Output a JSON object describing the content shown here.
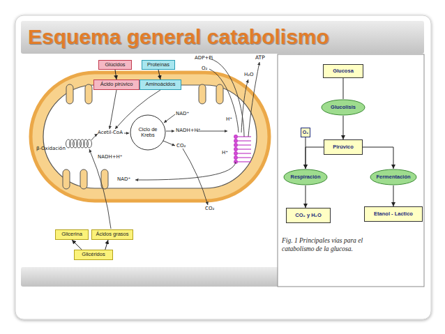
{
  "diagram": {
    "title": "Esquema general catabolismo",
    "caption": "Fig. 1 Principales vías para el catabolismo de la glucosa.",
    "nodes": [
      {
        "text": [
          "Glúcidos"
        ]
      },
      {
        "text": [
          "Proteínas"
        ]
      },
      {
        "text": [
          "Ácido pirúvico"
        ]
      },
      {
        "text": [
          "Aminoácidos"
        ]
      },
      {
        "text": [
          "Ciclo de Krebs"
        ]
      },
      {
        "text": [
          "Glicerina"
        ]
      },
      {
        "text": [
          "Ácidos grasos"
        ]
      },
      {
        "text": [
          "Glicéridos"
        ]
      },
      {
        "text": [
          "Glucosa"
        ]
      },
      {
        "text": [
          "Glucolisis"
        ]
      },
      {
        "text": [
          "O₂"
        ]
      },
      {
        "text": [
          "Pirúvico"
        ]
      },
      {
        "text": [
          "Respiración"
        ]
      },
      {
        "text": [
          "Fermentación"
        ]
      },
      {
        "text": [
          "CO₂ y H₂O"
        ]
      },
      {
        "text": [
          "Etanol - Lactico"
        ]
      }
    ],
    "edges": [
      {
        "from": 0,
        "to": 2,
        "arrow": "to"
      },
      {
        "from": 1,
        "to": 3,
        "arrow": "to"
      },
      {
        "from": 7,
        "to": 5,
        "arrow": "to"
      },
      {
        "from": 7,
        "to": 6,
        "arrow": "to"
      },
      {
        "from": 8,
        "to": 9,
        "arrow": "none"
      },
      {
        "from": 9,
        "to": 11,
        "arrow": "to"
      },
      {
        "from": 11,
        "to": 12,
        "arrow": "to"
      },
      {
        "from": 11,
        "to": 13,
        "arrow": "to"
      },
      {
        "from": 10,
        "to": 12,
        "arrow": "to"
      },
      {
        "from": 12,
        "to": 14,
        "arrow": "to"
      },
      {
        "from": 13,
        "to": 15,
        "arrow": "to"
      }
    ],
    "labels": [
      "ADP+Pi",
      "ATP",
      "O₂",
      "H₂O",
      "H⁺",
      "H⁺",
      "NAD⁺",
      "Acetil-CoA",
      "NADH+H⁺",
      "β-Oxidación",
      "NADH+H⁺",
      "CO₂",
      "NAD⁺",
      "CO₂"
    ]
  }
}
